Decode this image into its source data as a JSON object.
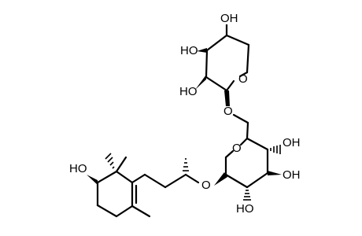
{
  "labels": {
    "ho_xyl_top": "OH",
    "ho_xyl_left": "HO",
    "ho_xyl_bottom": "HO",
    "o_xyl_ring": "O",
    "o_glycosidic_6": "O",
    "o_glc_ring": "O",
    "oh_glc_4": "OH",
    "oh_glc_3": "OH",
    "ho_glc_2": "HO",
    "o_aglycone": "O",
    "ho_aglycone": "HO"
  }
}
